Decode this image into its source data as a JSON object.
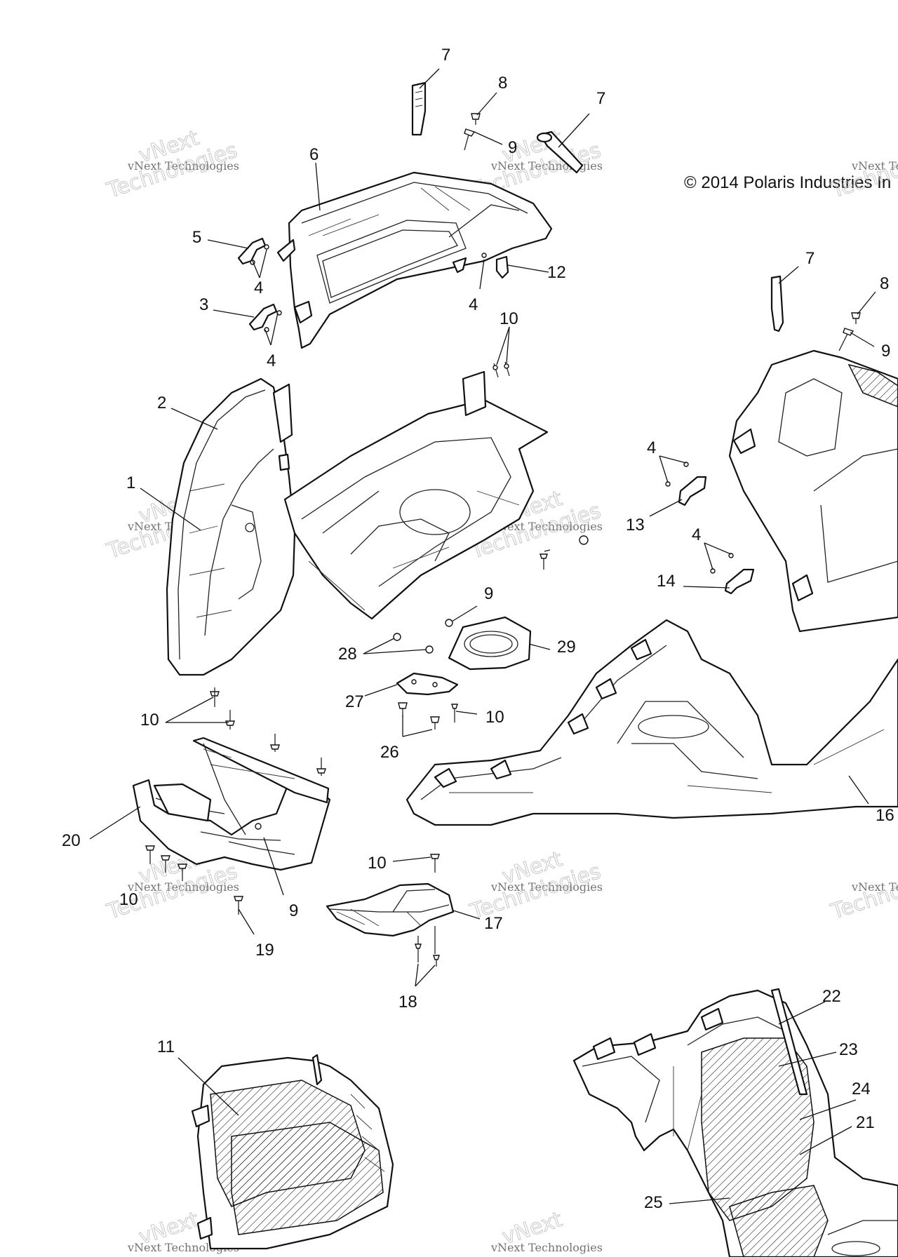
{
  "copyright": "© 2014 Polaris Industries In",
  "watermark": {
    "line1": "vNext Technologies",
    "line2": "vNext",
    "line3": "Technologies"
  },
  "callouts": [
    "7",
    "8",
    "7",
    "9",
    "6",
    "5",
    "4",
    "3",
    "4",
    "4",
    "12",
    "10",
    "7",
    "8",
    "9",
    "2",
    "1",
    "4",
    "13",
    "4",
    "14",
    "9",
    "28",
    "29",
    "27",
    "10",
    "10",
    "26",
    "20",
    "10",
    "9",
    "10",
    "19",
    "17",
    "18",
    "11",
    "22",
    "23",
    "24",
    "21",
    "25",
    "16"
  ]
}
